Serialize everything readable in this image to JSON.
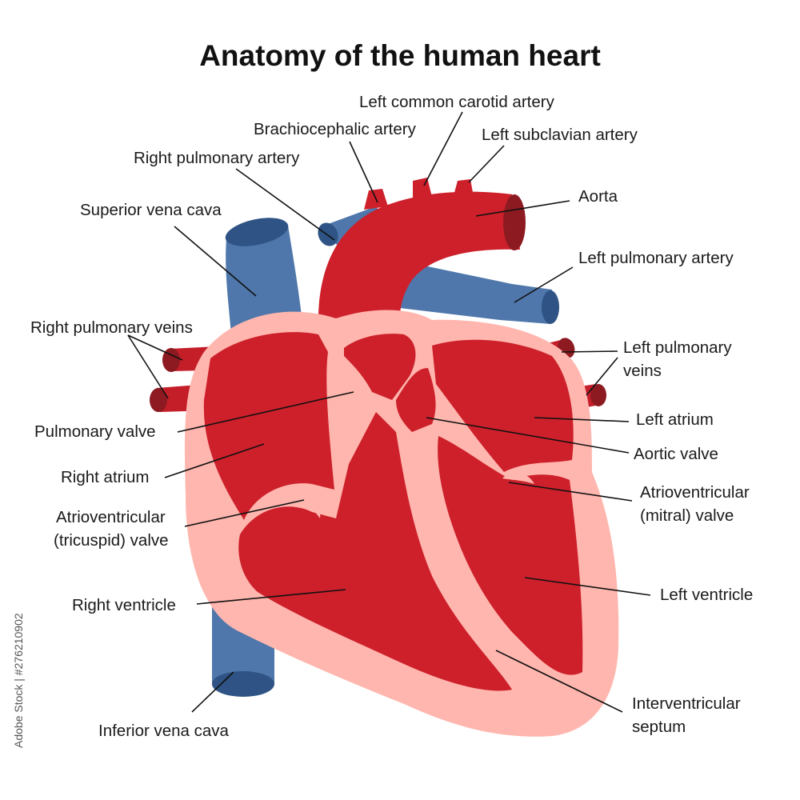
{
  "title": "Anatomy of the human heart",
  "stock_id": "Adobe Stock | #276210902",
  "colors": {
    "muscle": "#ffb6ae",
    "blood_red": "#cd202b",
    "vessel_red": "#c41e29",
    "vessel_red_dark": "#8d1a21",
    "vein_blue": "#4f77ab",
    "vein_blue_dark": "#2e5384",
    "text": "#1a1a1a",
    "background": "#ffffff"
  },
  "labels": {
    "left_common_carotid_artery": "Left common carotid artery",
    "brachiocephalic_artery": "Brachiocephalic artery",
    "left_subclavian_artery": "Left subclavian artery",
    "right_pulmonary_artery": "Right pulmonary artery",
    "aorta": "Aorta",
    "superior_vena_cava": "Superior vena cava",
    "left_pulmonary_artery": "Left pulmonary artery",
    "right_pulmonary_veins": "Right pulmonary veins",
    "left_pulmonary_veins_line1": "Left pulmonary",
    "left_pulmonary_veins_line2": "veins",
    "pulmonary_valve": "Pulmonary valve",
    "left_atrium": "Left atrium",
    "aortic_valve": "Aortic valve",
    "right_atrium": "Right atrium",
    "av_mitral_line1": "Atrioventricular",
    "av_mitral_line2": "(mitral) valve",
    "av_tricuspid_line1": "Atrioventricular",
    "av_tricuspid_line2": "(tricuspid) valve",
    "right_ventricle": "Right ventricle",
    "left_ventricle": "Left ventricle",
    "interventricular_septum_line1": "Interventricular",
    "interventricular_septum_line2": "septum",
    "inferior_vena_cava": "Inferior vena cava"
  }
}
